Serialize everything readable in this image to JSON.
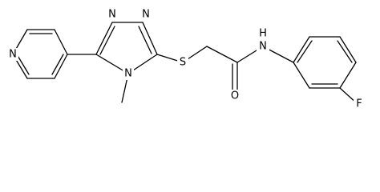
{
  "molecule": {
    "atoms": [
      {
        "id": "n_pyridine",
        "symbol": "N"
      },
      {
        "id": "n_triazole_1",
        "symbol": "N"
      },
      {
        "id": "n_triazole_2",
        "symbol": "N"
      },
      {
        "id": "n_triazole_4",
        "symbol": "N"
      },
      {
        "id": "s_thioether",
        "symbol": "S"
      },
      {
        "id": "n_amide",
        "symbol": "N"
      },
      {
        "id": "h_amide",
        "symbol": "H"
      },
      {
        "id": "o_carbonyl",
        "symbol": "O"
      },
      {
        "id": "f_fluoro",
        "symbol": "F"
      }
    ]
  }
}
